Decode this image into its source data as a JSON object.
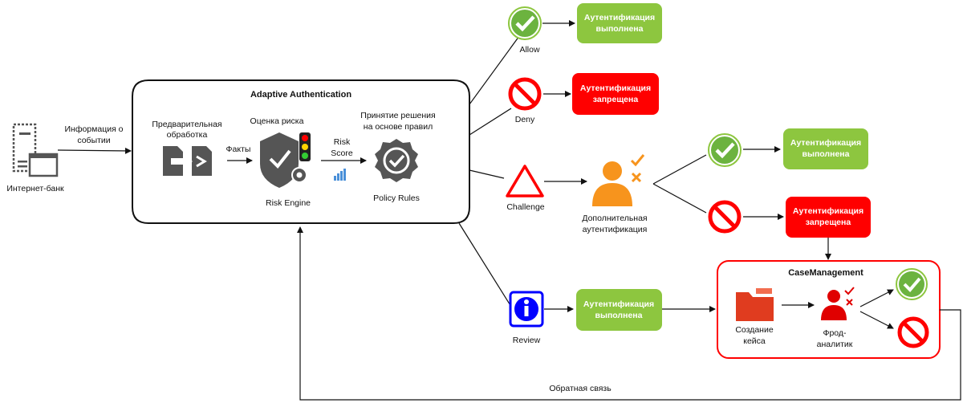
{
  "source": {
    "label": "Интернет-банк",
    "event_label": [
      "Информация о",
      "событии"
    ]
  },
  "adaptive": {
    "title": "Adaptive Authentication",
    "preprocess": [
      "Предварительная",
      "обработка"
    ],
    "facts": "Факты",
    "risk_eval": "Оценка риска",
    "risk_score": [
      "Risk",
      "Score"
    ],
    "risk_engine": "Risk Engine",
    "decision": [
      "Принятие решения",
      "на основе правил"
    ],
    "policy_rules": "Policy Rules"
  },
  "outcomes": {
    "allow": "Allow",
    "deny": "Deny",
    "challenge": "Challenge",
    "review": "Review"
  },
  "boxes": {
    "auth_ok": [
      "Аутентификация",
      "выполнена"
    ],
    "auth_denied": [
      "Аутентификация",
      "запрещена"
    ]
  },
  "extra_auth": [
    "Дополнительная",
    "аутентификация"
  ],
  "case_mgmt": {
    "title": "CaseManagement",
    "create_case": [
      "Создание",
      "кейса"
    ],
    "fraud_analyst": [
      "Фрод-",
      "аналитик"
    ]
  },
  "feedback": "Обратная связь",
  "colors": {
    "green": "#8dc63f",
    "red": "#ff0000",
    "orange": "#f7941d",
    "blue": "#0000ff",
    "darkred": "#c0282d",
    "gray": "#555555"
  }
}
